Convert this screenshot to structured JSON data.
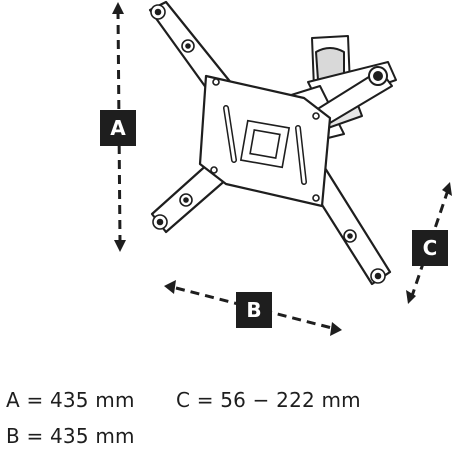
{
  "labels": {
    "a": "A",
    "b": "B",
    "c": "C"
  },
  "specs": {
    "a": "A = 435 mm",
    "b": "B = 435 mm",
    "c": "C = 56 − 222 mm"
  }
}
